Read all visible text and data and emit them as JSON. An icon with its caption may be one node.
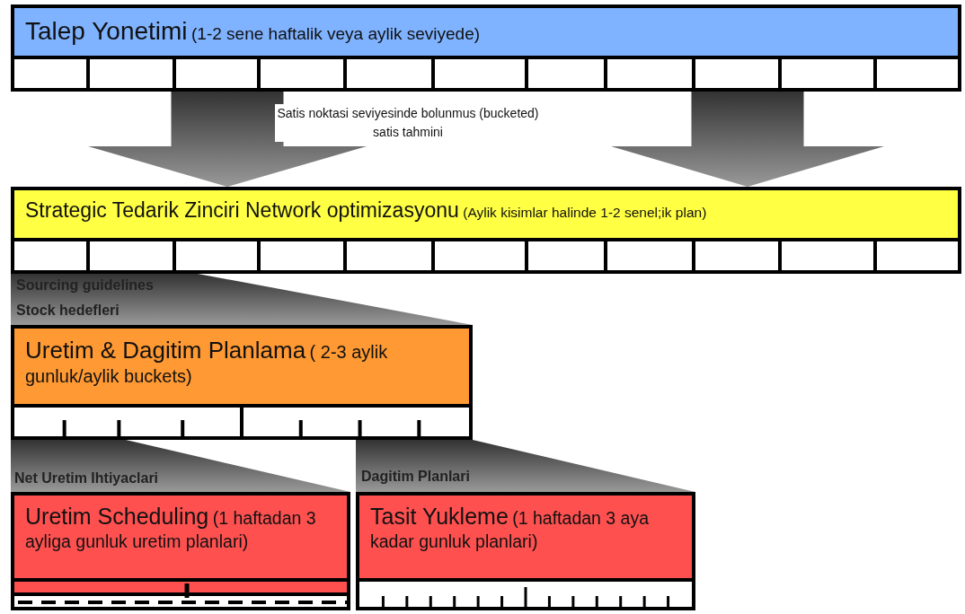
{
  "diagram": {
    "nodes": [
      {
        "text": [
          "Talep Yonetimi",
          "(1-2 sene haftalik veya aylik seviyede)"
        ]
      },
      {
        "text": [
          "Strategic Tedarik Zinciri Network optimizasyonu",
          "(Aylik kisimlar halinde 1-2 senel;ik plan)"
        ]
      },
      {
        "text": [
          "Uretim & Dagitim Planlama",
          "( 2-3 aylik gunluk/aylik buckets)"
        ]
      },
      {
        "text": [
          "Uretim Scheduling",
          "(1 haftadan 3 ayliga gunluk uretim planlari)"
        ]
      },
      {
        "text": [
          "Tasit Yukleme",
          "(1 haftadan 3 aya kadar gunluk planlari)"
        ]
      }
    ],
    "edges": [
      {
        "from": 0,
        "to": 1,
        "arrow": "to",
        "label": "Satis noktasi seviyesinde bolunmus (bucketed) satis tahmini"
      },
      {
        "from": 0,
        "to": 1,
        "arrow": "to"
      },
      {
        "from": 1,
        "to": 2,
        "arrow": "none"
      },
      {
        "from": 2,
        "to": 3,
        "arrow": "none",
        "label": "Net Uretim Ihtiyaclari"
      },
      {
        "from": 2,
        "to": 4,
        "arrow": "none",
        "label": "Dagitim Planlari"
      }
    ],
    "labels": [
      "Sourcing guidelines",
      "Stock hedefleri"
    ]
  }
}
